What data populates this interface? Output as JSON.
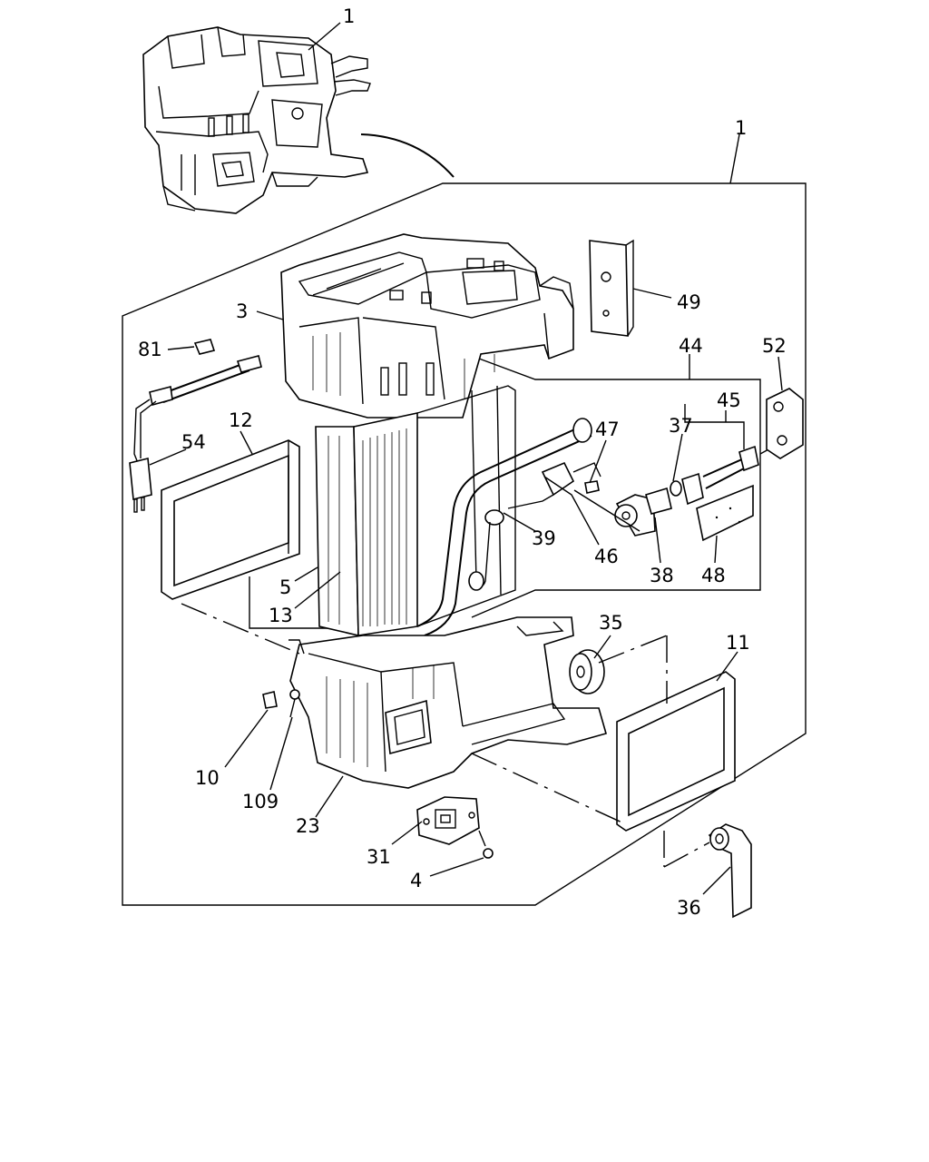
{
  "diagram": {
    "callouts": {
      "c1_top": "1",
      "c1_main": "1",
      "c3": "3",
      "c81": "81",
      "c12": "12",
      "c54": "54",
      "c5": "5",
      "c13": "13",
      "c49": "49",
      "c44": "44",
      "c52": "52",
      "c45": "45",
      "c47": "47",
      "c37": "37",
      "c39": "39",
      "c46": "46",
      "c38": "38",
      "c48": "48",
      "c35": "35",
      "c11": "11",
      "c10": "10",
      "c109": "109",
      "c23": "23",
      "c31": "31",
      "c4": "4",
      "c36": "36"
    }
  }
}
